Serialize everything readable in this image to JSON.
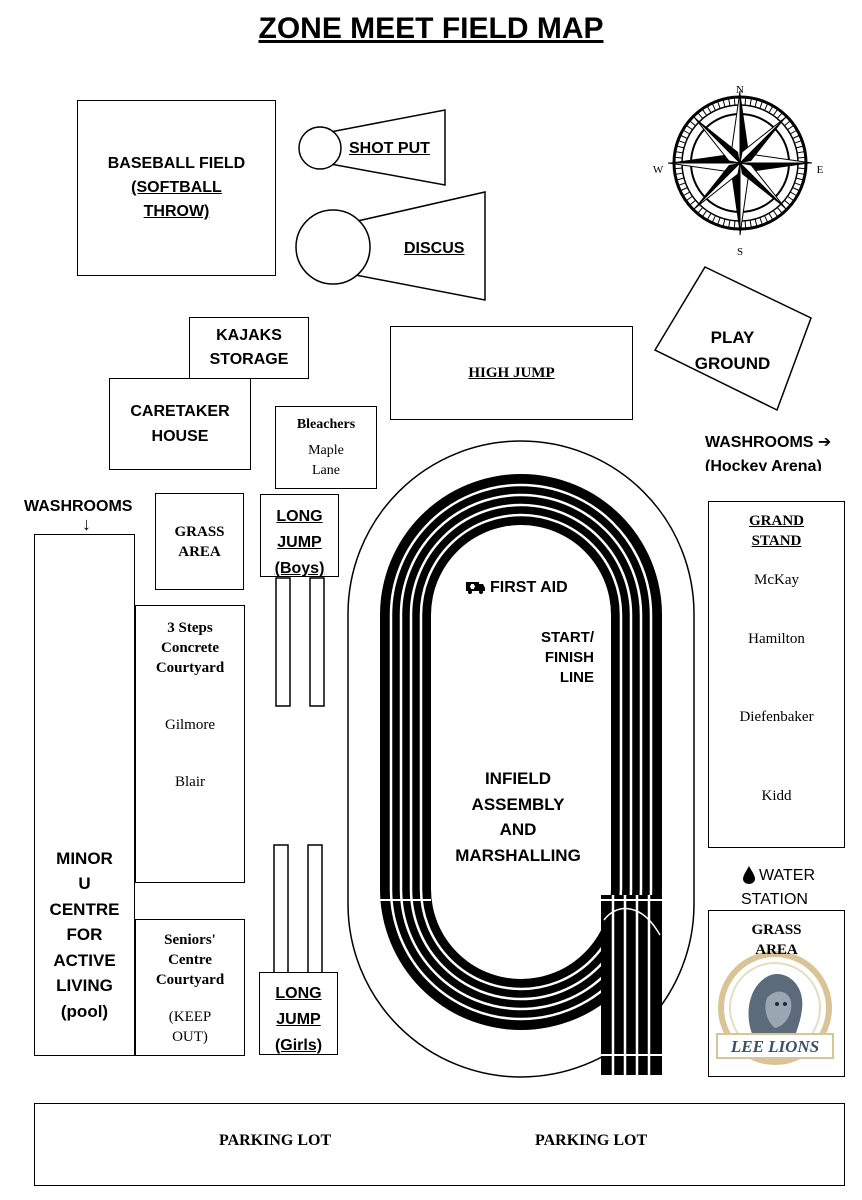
{
  "title": "ZONE MEET FIELD MAP",
  "compass": {
    "n": "N",
    "s": "S",
    "e": "E",
    "w": "W"
  },
  "baseball": {
    "line1": "BASEBALL FIELD",
    "line2": "(SOFTBALL",
    "line3": "THROW)"
  },
  "shot_put": "SHOT PUT",
  "discus": "DISCUS",
  "kajaks": {
    "line1": "KAJAKS",
    "line2": "STORAGE"
  },
  "high_jump": "HIGH JUMP",
  "playground": {
    "line1": "PLAY",
    "line2": "GROUND"
  },
  "caretaker": {
    "line1": "CARETAKER",
    "line2": "HOUSE"
  },
  "bleachers": {
    "title": "Bleachers",
    "line1": "Maple",
    "line2": "Lane"
  },
  "washrooms_east": {
    "line1": "WASHROOMS ➔",
    "line2": "(Hockey Arena)"
  },
  "washrooms_west": {
    "line1": "WASHROOMS",
    "arrow": "↓"
  },
  "grass_area_west": {
    "line1": "GRASS",
    "line2": "AREA"
  },
  "long_jump_boys": {
    "line1": "LONG",
    "line2": "JUMP",
    "line3": "(Boys)"
  },
  "long_jump_girls": {
    "line1": "LONG",
    "line2": "JUMP",
    "line3": "(Girls)"
  },
  "grand_stand": {
    "line1": "GRAND",
    "line2": "STAND",
    "sections": [
      "McKay",
      "Hamilton",
      "Diefenbaker",
      "Kidd"
    ]
  },
  "first_aid": "FIRST AID",
  "start_finish": {
    "line1": "START/",
    "line2": "FINISH",
    "line3": "LINE"
  },
  "infield": {
    "line1": "INFIELD",
    "line2": "ASSEMBLY",
    "line3": "AND",
    "line4": "MARSHALLING"
  },
  "courtyard": {
    "line1": "3 Steps",
    "line2": "Concrete",
    "line3": "Courtyard",
    "name1": "Gilmore",
    "name2": "Blair"
  },
  "minor_centre": {
    "lines": [
      "MINOR",
      "U",
      "CENTRE",
      "FOR",
      "ACTIVE",
      "LIVING",
      "(pool)"
    ]
  },
  "seniors": {
    "line1": "Seniors'",
    "line2": "Centre",
    "line3": "Courtyard",
    "line4": "(KEEP",
    "line5": "OUT)"
  },
  "water_station": {
    "line1": "WATER",
    "line2": "STATION"
  },
  "grass_area_east": {
    "line1": "GRASS",
    "line2": "AREA"
  },
  "logo_text": "LEE LIONS",
  "parking": {
    "label1": "PARKING LOT",
    "label2": "PARKING LOT"
  }
}
